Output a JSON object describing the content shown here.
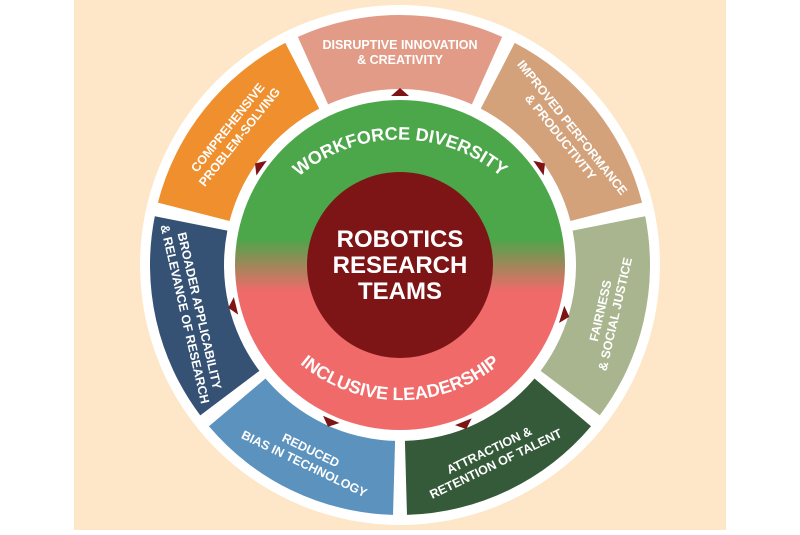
{
  "diagram": {
    "colors": {
      "page_background": "#ffffff",
      "panel_background": "#fde7c8",
      "outer_ring_track": "#ffffff",
      "center_fill": "#7d1416",
      "inner_gradient_top": "#4ca64a",
      "inner_gradient_bottom": "#f06a6a",
      "arrow_fill": "#7d1416",
      "text_light": "#ffffff"
    },
    "center": {
      "lines": [
        "ROBOTICS",
        "RESEARCH",
        "TEAMS"
      ]
    },
    "inner_ring": {
      "top_label": "WORKFORCE DIVERSITY",
      "bottom_label": "INCLUSIVE LEADERSHIP"
    },
    "segments": [
      {
        "key": "disruptive",
        "lines": [
          "DISRUPTIVE INNOVATION",
          "& CREATIVITY"
        ],
        "color": "#e29b86"
      },
      {
        "key": "performance",
        "lines": [
          "IMPROVED PERFORMANCE",
          "& PRODUCTIVITY"
        ],
        "color": "#d3a27b"
      },
      {
        "key": "fairness",
        "lines": [
          "FAIRNESS",
          "& SOCIAL JUSTICE"
        ],
        "color": "#a9b58e"
      },
      {
        "key": "talent",
        "lines": [
          "ATTRACTION &",
          "RETENTION OF TALENT"
        ],
        "color": "#355a39"
      },
      {
        "key": "bias",
        "lines": [
          "REDUCED",
          "BIAS IN TECHNOLOGY"
        ],
        "color": "#5b92be"
      },
      {
        "key": "applicability",
        "lines": [
          "BROADER APPLICABILITY",
          "& RELEVANCE OF RESEARCH"
        ],
        "color": "#355275"
      },
      {
        "key": "problem_solving",
        "lines": [
          "COMPREHENSIVE",
          "PROBLEM-SOLVING"
        ],
        "color": "#ef8f2d"
      }
    ]
  }
}
